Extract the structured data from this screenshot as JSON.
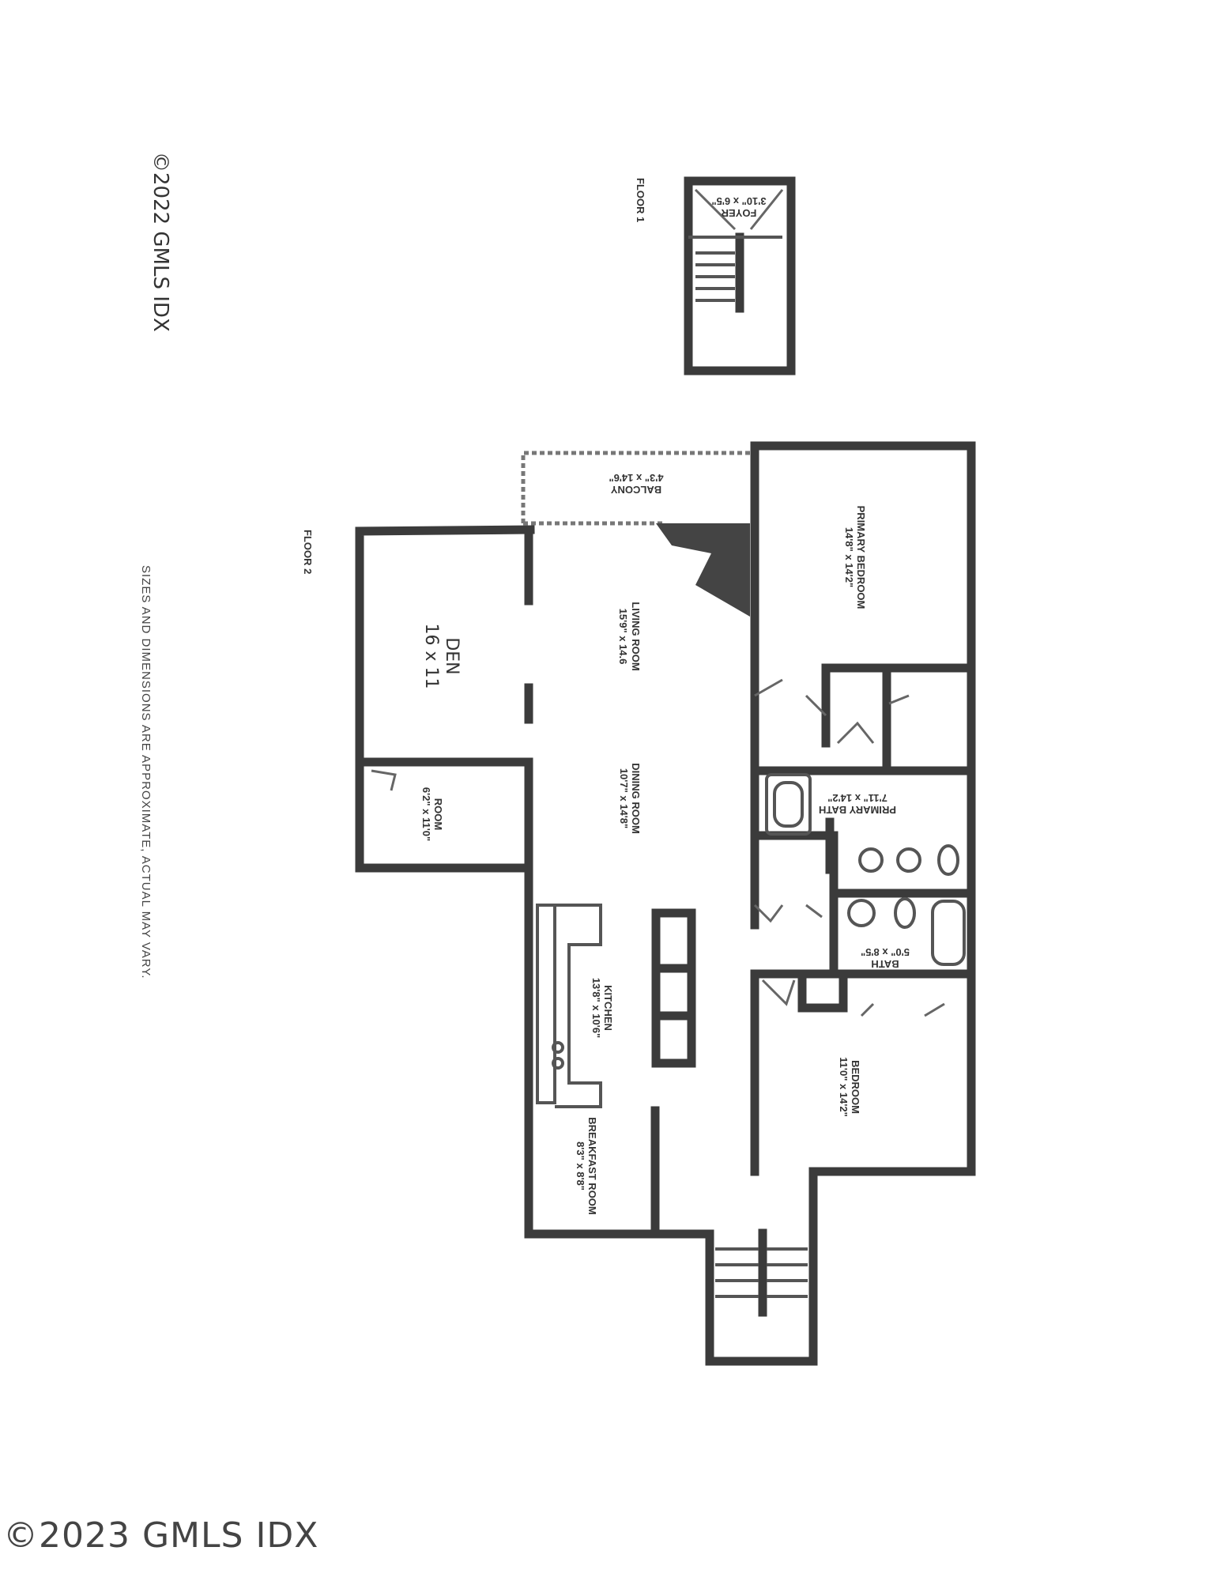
{
  "plan": {
    "floor1_label": "FLOOR 1",
    "floor2_label": "FLOOR 2",
    "note": "SIZES AND DIMENSIONS ARE APPROXIMATE, ACTUAL MAY VARY.",
    "side_watermark": "©2022 GMLS IDX",
    "rooms": {
      "foyer": {
        "name": "FOYER",
        "size": "3'10\" x 6'5\""
      },
      "balcony": {
        "name": "BALCONY",
        "size": "4'3\" x 14'6\""
      },
      "primary_bedroom": {
        "name": "PRIMARY BEDROOM",
        "size": "14'8\" x 14'2\""
      },
      "living_room": {
        "name": "LIVING ROOM",
        "size": "15'9\" x 14.6"
      },
      "den": {
        "name": "DEN",
        "size": "16 x 11"
      },
      "room": {
        "name": "ROOM",
        "size": "6'2\" x 11'0\""
      },
      "dining_room": {
        "name": "DINING ROOM",
        "size": "10'7\" x 14'8\""
      },
      "primary_bath": {
        "name": "PRIMARY BATH",
        "size": "7'11\" x 14'2\""
      },
      "bath": {
        "name": "BATH",
        "size": "5'0\" x 8'5\""
      },
      "kitchen": {
        "name": "KITCHEN",
        "size": "13'8\" x 10'6\""
      },
      "breakfast_room": {
        "name": "BREAKFAST ROOM",
        "size": "8'3\" x 8'8\""
      },
      "bedroom": {
        "name": "BEDROOM",
        "size": "11'0\" x 14'2\""
      }
    }
  },
  "watermark": "©2023 GMLS IDX",
  "colors": {
    "wall": "#3b3b3b",
    "background": "#ffffff"
  }
}
